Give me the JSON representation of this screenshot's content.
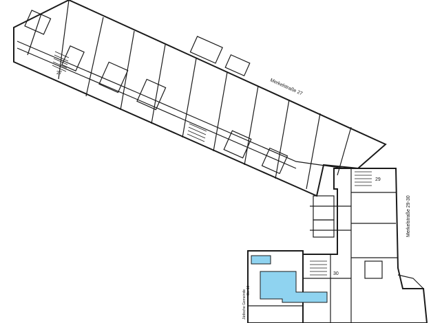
{
  "plan": {
    "street_label_1": "Merkelstraße 27",
    "street_label_2": "Merkelstraße 29-30",
    "street_label_3": "Jüdische Gemeinde",
    "street_label_3_sub": "Str. 16",
    "building_numbers": [
      "27",
      "29",
      "30"
    ],
    "highlight_color": "#8fd3f0",
    "line_color": "#1a1a1a"
  }
}
